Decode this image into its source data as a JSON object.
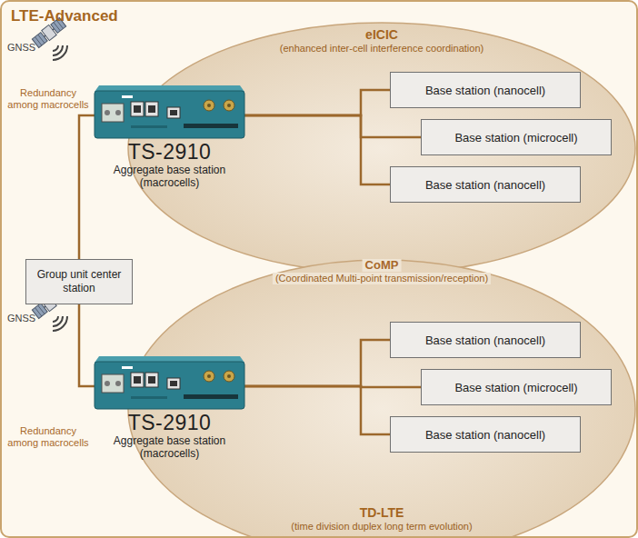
{
  "diagram": {
    "title": "LTE-Advanced",
    "nodes": [
      {
        "text": [
          "eICIC",
          "(enhanced inter-cell interference coordination)"
        ]
      },
      {
        "text": [
          "TS-2910",
          "Aggregate base station (macrocells)"
        ],
        "in": 0
      },
      {
        "text": [
          "Base station (nanocell)"
        ],
        "in": 0
      },
      {
        "text": [
          "Base station (microcell)"
        ],
        "in": 0
      },
      {
        "text": [
          "Base station (nanocell)"
        ],
        "in": 0
      },
      {
        "text": [
          "Group unit center station"
        ]
      },
      {
        "text": [
          "TD-LTE",
          "(time division duplex long term evolution)"
        ]
      },
      {
        "text": [
          "TS-2910",
          "Aggregate base station (macrocells)"
        ],
        "in": 6
      },
      {
        "text": [
          "Base station (nanocell)"
        ],
        "in": 6
      },
      {
        "text": [
          "Base station (microcell)"
        ],
        "in": 6
      },
      {
        "text": [
          "Base station (nanocell)"
        ],
        "in": 6
      }
    ],
    "edges": [
      {
        "from": 1,
        "to": 2,
        "arrow": "none"
      },
      {
        "from": 1,
        "to": 3,
        "arrow": "none"
      },
      {
        "from": 1,
        "to": 4,
        "arrow": "none"
      },
      {
        "from": 5,
        "to": 1,
        "arrow": "none"
      },
      {
        "from": 5,
        "to": 7,
        "arrow": "none"
      },
      {
        "from": 7,
        "to": 8,
        "arrow": "none"
      },
      {
        "from": 7,
        "to": 9,
        "arrow": "none"
      },
      {
        "from": 7,
        "to": 10,
        "arrow": "none"
      }
    ],
    "labels": [
      "GNSS",
      "Redundancy among macrocells",
      "CoMP",
      "(Coordinated Multi-point transmission/reception)",
      "GNSS",
      "Redundancy among macrocells"
    ]
  }
}
